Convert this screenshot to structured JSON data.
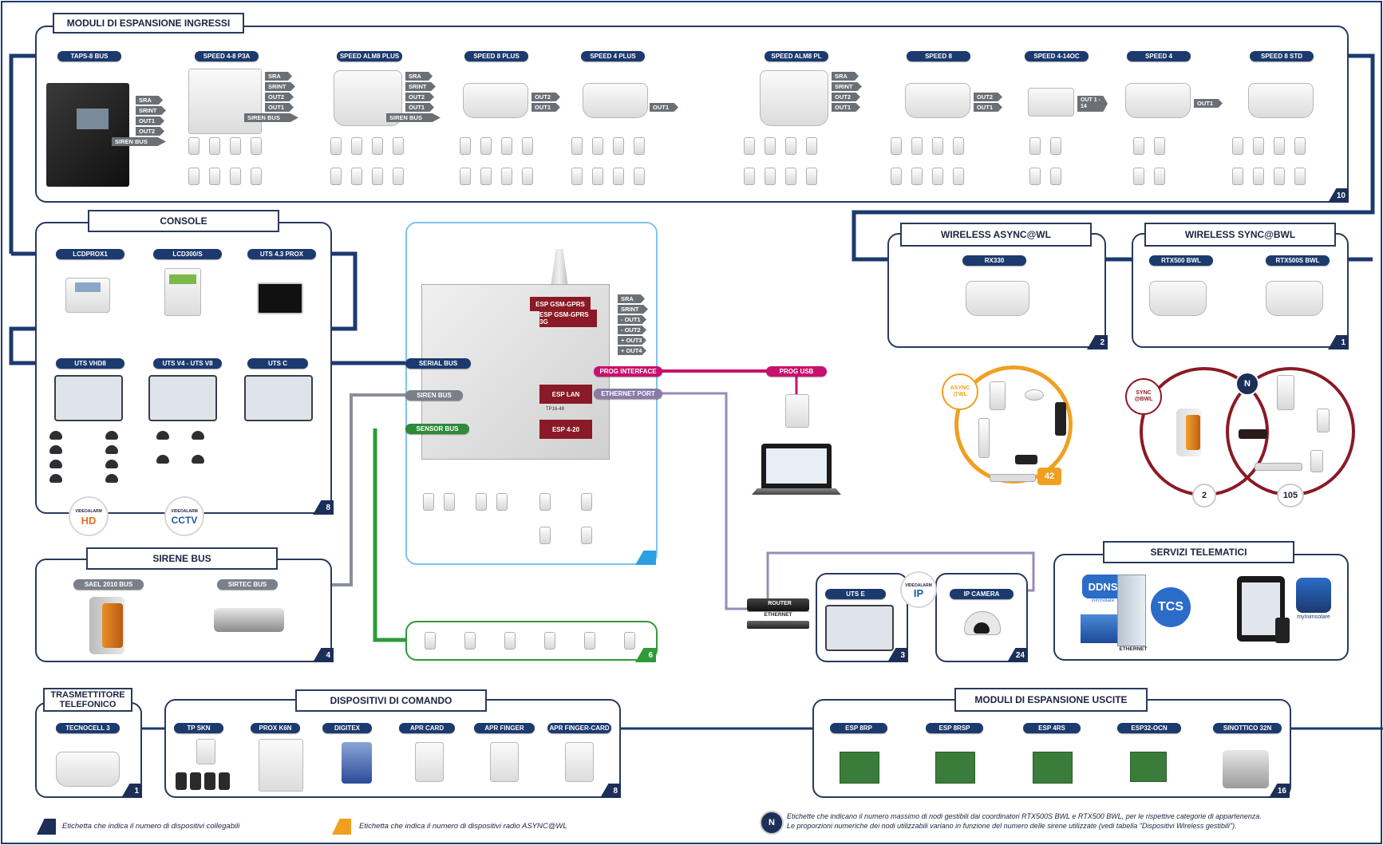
{
  "panels": {
    "inputs": {
      "title": "MODULI DI ESPANSIONE INGRESSI",
      "count": "10"
    },
    "console": {
      "title": "CONSOLE",
      "count": "8"
    },
    "sirens": {
      "title": "SIRENE BUS",
      "count": "4"
    },
    "async": {
      "title": "WIRELESS ASYNC@WL",
      "count": "2"
    },
    "sync": {
      "title": "WIRELESS SYNC@BWL",
      "count": "1"
    },
    "telematics": {
      "title": "SERVIZI TELEMATICI"
    },
    "phone": {
      "title": "TRASMETTITORE TELEFONICO",
      "count": "1"
    },
    "commands": {
      "title": "DISPOSITIVI DI COMANDO",
      "count": "8"
    },
    "outputs": {
      "title": "MODULI DI ESPANSIONE USCITE",
      "count": "16"
    },
    "ip_utse": {
      "count": "3"
    },
    "ip_camera": {
      "count": "24"
    },
    "sensor_bus_count": "6"
  },
  "input_modules": [
    "TAPS-8 BUS",
    "SPEED 4-8 P3A",
    "SPEED ALM8 PLUS",
    "SPEED 8 PLUS",
    "SPEED 4 PLUS",
    "SPEED ALM8 PL",
    "SPEED 8",
    "SPEED 4-14OC",
    "SPEED 4",
    "SPEED 8 STD"
  ],
  "outputs_labels": {
    "sra": "SRA",
    "srint": "SRINT",
    "out1": "OUT1",
    "out2": "OUT2",
    "siren_bus": "SIREN BUS",
    "out1_14": "OUT 1 - 14",
    "m_out1": "- OUT1",
    "m_out2": "- OUT2",
    "p_out3": "+ OUT3",
    "p_out4": "+ OUT4"
  },
  "console_devices": [
    "LCDPROX1",
    "LCD300/S",
    "UTS 4.3 PROX"
  ],
  "video_devices": [
    "UTS VHD8",
    "UTS V4 - UTS V8",
    "UTS C"
  ],
  "video_badges": {
    "hd_top": "VIDEOALARM",
    "hd": "HD",
    "cctv_top": "VIDEOALARM",
    "cctv": "CCTV"
  },
  "siren_devices": [
    "SAEL 2010 BUS",
    "SIRTEC BUS"
  ],
  "central": {
    "modules": [
      "ESP GSM-GPRS",
      "ESP GSM-GPRS 3G",
      "ESP LAN",
      "ESP 4-20"
    ],
    "buses": [
      "SERIAL BUS",
      "SIREN BUS",
      "SENSOR BUS"
    ],
    "ports": [
      "PROG INTERFACE",
      "ETHERNET PORT"
    ],
    "board_label": "TP16-48"
  },
  "prog": {
    "usb": "PROG USB"
  },
  "network": {
    "router": "ROUTER",
    "ethernet": "ETHERNET",
    "ethernet2": "ETHERNET",
    "ip_devices": [
      "UTS E",
      "IP CAMERA"
    ],
    "ip_badge_top": "VIDEOALARM",
    "ip_badge": "IP"
  },
  "async_device": "RX330",
  "async_badge": "ASYNC @WL",
  "async_count": "42",
  "sync_devices": [
    "RTX500 BWL",
    "RTX500S BWL"
  ],
  "sync_badge": "SYNC @BWL",
  "sync_counts": {
    "left": "2",
    "right": "105",
    "n": "N"
  },
  "telematics": {
    "ddns": "DDNS",
    "ddns_sub": "inimSolare",
    "tcs": "TCS",
    "app": "myInimsolare"
  },
  "phone_device": "TECNOCELL 3",
  "command_devices": [
    "TP SKN",
    "PROX K6N",
    "DIGITEX",
    "APR CARD",
    "APR FINGER",
    "APR FINGER-CARD"
  ],
  "output_modules": [
    "ESP 8RP",
    "ESP 8RSP",
    "ESP 4RS",
    "ESP32-OCN",
    "SINOTTICO 32N"
  ],
  "legend": {
    "devices": "Etichetta che indica il numero di dispositivi collegabili",
    "radio": "Etichetta che indica il numero di dispositivi radio ASYNC@WL",
    "n_symbol": "N",
    "nodes_line1": "Etichette che indicano il numero massimo di nodi gestibili dai coordinatori RTX500S BWL e  RTX500 BWL, per le rispettive categorie di appartenenza.",
    "nodes_line2": "Le proporzioni numeriche dei nodi utilizzabili variano in funzione del numero delle sirene utilizzate (vedi tabella \"Dispositivi Wireless gestibili\")."
  },
  "colors": {
    "bus_navy": "#1c3a6e",
    "siren_grey": "#8a8f98",
    "sensor_green": "#2e9a3a",
    "prog_pink": "#c8116f",
    "ethernet_purple": "#9a8ab8",
    "async_orange": "#f0a020",
    "sync_red": "#8a1a26",
    "central_blue": "#7fc4ec"
  }
}
